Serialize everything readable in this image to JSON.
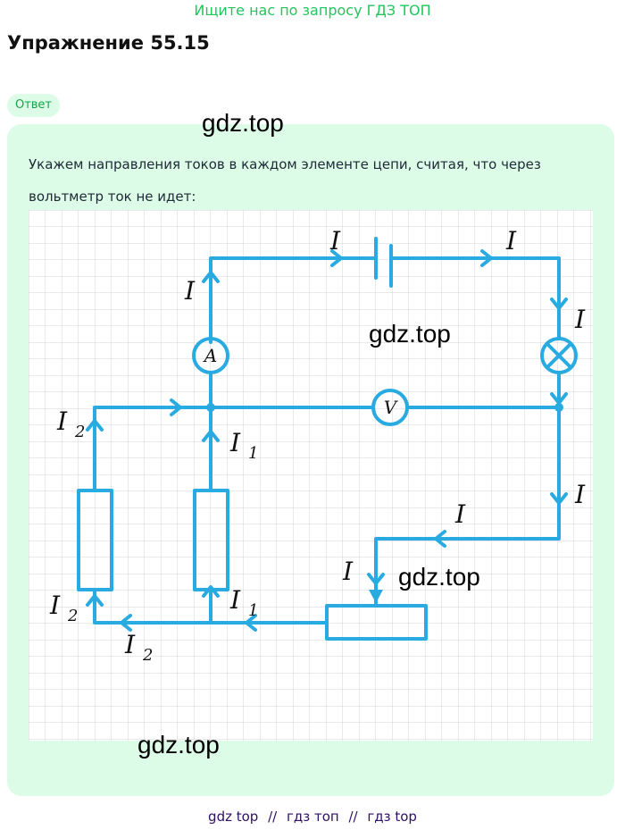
{
  "banner": "Ищите нас по запросу ГДЗ ТОП",
  "title": "Упражнение 55.15",
  "answer_badge": "Ответ",
  "answer_text": "Укажем направления токов в каждом элементе цепи, считая, что через вольтметр ток не идет:",
  "figure": {
    "ammeter": "A",
    "voltmeter": "V",
    "current_I": "I",
    "current_I1": "I",
    "current_I1_sub": "1",
    "current_I2": "I",
    "current_I2_sub": "2"
  },
  "watermarks": [
    "gdz.top",
    "gdz.top",
    "gdz.top",
    "gdz.top"
  ],
  "footer": {
    "link1": "gdz top",
    "sep": "//",
    "link2": "гдз топ",
    "link3": "гдз top"
  },
  "colors": {
    "accent_green": "#22c55e",
    "card_bg": "#dcfce7",
    "circuit_blue": "#29abe2"
  }
}
